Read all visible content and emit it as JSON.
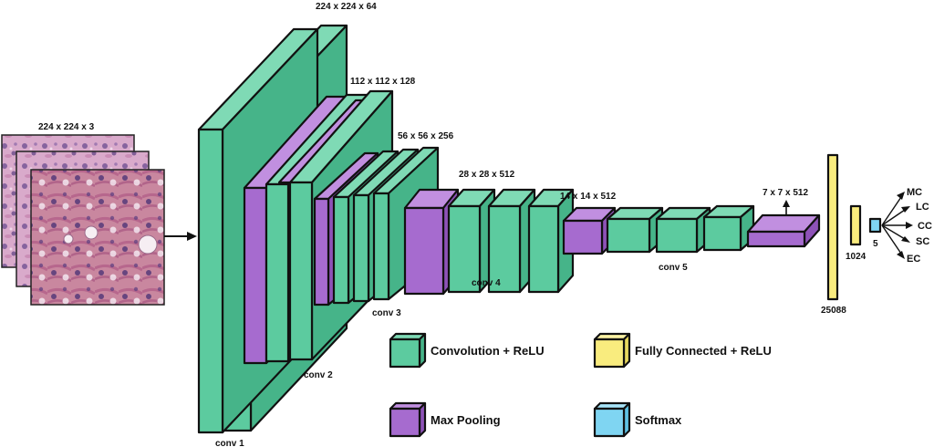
{
  "colors": {
    "conv": "#5ccb9f",
    "conv_side": "#46b489",
    "conv_top": "#7fdab5",
    "pool": "#a66bcf",
    "pool_side": "#8e52b8",
    "pool_top": "#c18fe0",
    "fc": "#f9ec7e",
    "softmax": "#7fd5f2",
    "tissue": "#d3a5c7"
  },
  "input": {
    "dims": "224 x 224 x 3"
  },
  "stages": {
    "conv1": {
      "dims": "224 x 224 x 64",
      "name": "conv 1"
    },
    "conv2": {
      "dims": "112 x 112 x 128",
      "name": "conv 2"
    },
    "conv3": {
      "dims": "56 x 56 x 256",
      "name": "conv 3"
    },
    "conv4": {
      "dims": "28 x 28 x 512",
      "name": "conv 4"
    },
    "conv5": {
      "dims": "14 x 14 x 512",
      "name": "conv 5"
    },
    "pool5": {
      "dims": "7 x 7 x 512"
    }
  },
  "fc": {
    "fc1": "25088",
    "fc2": "1024",
    "out": "5"
  },
  "outputs": [
    "MC",
    "LC",
    "CC",
    "SC",
    "EC"
  ],
  "legend": {
    "conv": "Convolution + ReLU",
    "pool": "Max Pooling",
    "fc": "Fully Connected + ReLU",
    "softmax": "Softmax"
  }
}
